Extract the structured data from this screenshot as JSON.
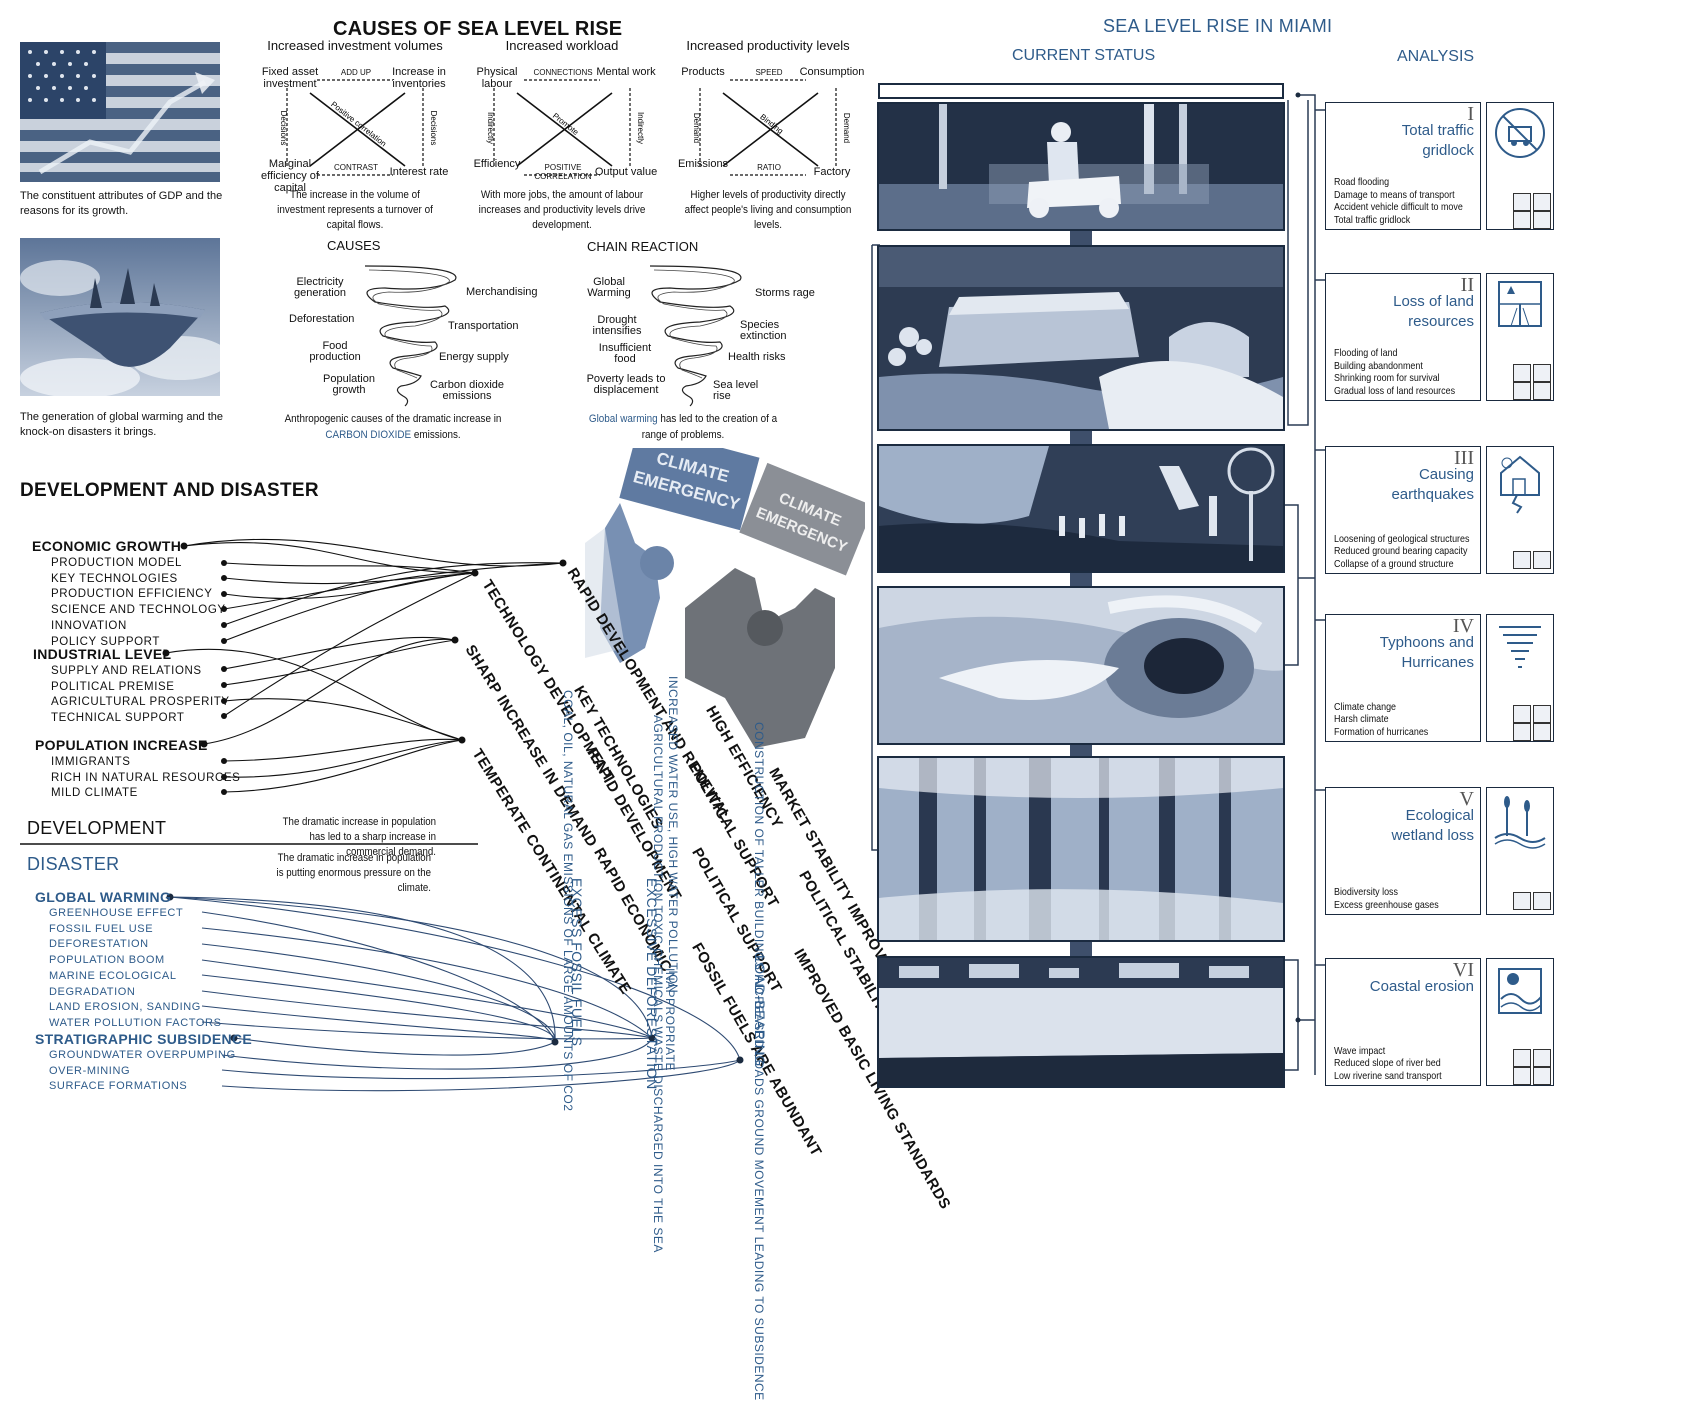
{
  "causes": {
    "title": "CAUSES OF SEA LEVEL RISE",
    "columns": [
      {
        "title": "Increased investment volumes",
        "tl": "Fixed asset investment",
        "tr": "Increase in inventories",
        "bl": "Marginal efficiency of capital",
        "br": "Interest rate",
        "top": "ADD UP",
        "bottom": "CONTRAST",
        "left": "Decisions",
        "right": "Decisions",
        "cross": "Positive correlation",
        "caption": "The increase in the volume of investment represents a turnover of capital flows."
      },
      {
        "title": "Increased workload",
        "tl": "Physical labour",
        "tr": "Mental work",
        "bl": "Efficiency",
        "br": "Output value",
        "top": "CONNECTIONS",
        "bottom": "POSITIVE CORRELATION",
        "left": "Indirectly",
        "right": "Indirectly",
        "cross": "Promote",
        "caption": "With more jobs, the amount of labour increases and productivity levels drive development."
      },
      {
        "title": "Increased productivity levels",
        "tl": "Products",
        "tr": "Consumption",
        "bl": "Emissions",
        "br": "Factory",
        "top": "SPEED",
        "bottom": "RATIO",
        "left": "Demand",
        "right": "Demand",
        "cross": "Binding",
        "caption": "Higher levels of productivity directly affect people's living and consumption levels."
      }
    ],
    "gdp_caption": "The constituent attributes of GDP and the reasons for its growth.",
    "warming_caption": "The generation of global warming and the knock-on disasters it brings."
  },
  "spirals": {
    "causes_title": "CAUSES",
    "causes_left": [
      "Electricity generation",
      "Deforestation",
      "Food production",
      "Population growth"
    ],
    "causes_right": [
      "Merchandising",
      "Transportation",
      "Energy supply",
      "Carbon dioxide emissions"
    ],
    "causes_caption_pre": "Anthropogenic causes of the dramatic increase in",
    "causes_caption_blue": "CARBON DIOXIDE",
    "causes_caption_post": "emissions.",
    "chain_title": "CHAIN REACTION",
    "chain_left": [
      "Global Warming",
      "Drought intensifies",
      "Insufficient food",
      "Poverty leads to displacement"
    ],
    "chain_right": [
      "Storms rage",
      "Species extinction",
      "Health risks",
      "Sea level rise"
    ],
    "chain_caption_blue": "Global warming",
    "chain_caption_post": "has led to the creation of a range of problems."
  },
  "development": {
    "title": "DEVELOPMENT AND DISASTER",
    "groups": [
      {
        "name": "ECONOMIC GROWTH",
        "items": [
          "PRODUCTION MODEL",
          "KEY TECHNOLOGIES",
          "PRODUCTION EFFICIENCY",
          "SCIENCE AND TECHNOLOGY",
          "INNOVATION",
          "POLICY SUPPORT"
        ]
      },
      {
        "name": "INDUSTRIAL LEVEL",
        "items": [
          "SUPPLY AND RELATIONS",
          "POLITICAL PREMISE",
          "AGRICULTURAL PROSPERITY",
          "TECHNICAL SUPPORT"
        ]
      },
      {
        "name": "POPULATION INCREASE",
        "items": [
          "IMMIGRANTS",
          "RICH IN NATURAL RESOURCES",
          "MILD CLIMATE"
        ]
      }
    ],
    "dev_label": "DEVELOPMENT",
    "disaster_label": "DISASTER",
    "note1": "The dramatic increase in population has led to a sharp increase in commercial demand.",
    "note2": "The dramatic increase in population is putting enormous pressure on the climate.",
    "disaster_groups": [
      {
        "name": "GLOBAL WARMING",
        "items": [
          "GREENHOUSE EFFECT",
          "FOSSIL FUEL USE",
          "DEFORESTATION",
          "POPULATION BOOM",
          "MARINE ECOLOGICAL",
          "DEGRADATION",
          "LAND EROSION, SANDING",
          "WATER POLLUTION FACTORS"
        ]
      },
      {
        "name": "STRATIGRAPHIC SUBSIDENCE",
        "items": [
          "GROUNDWATER OVERPUMPING",
          "OVER-MINING",
          "SURFACE FORMATIONS"
        ]
      }
    ],
    "rotated_black": [
      "TECHNOLOGY DEVELOPMENT",
      "RAPID DEVELOPMENT AND RENEWAL",
      "SHARP INCREASE IN DEMAND",
      "TEMPERATE CONTINENTAL CLIMATE",
      "KEY TECHNOLOGIES",
      "HIGH EFFICIENCY",
      "MARKET STABILITY IMPROVED",
      "RAPID DEVELOPMENT",
      "POLITICAL SUPPORT",
      "RAPID ECONOMIC",
      "POLITICAL SUPPORT",
      "POLITICAL STABILITY",
      "FOSSIL FUELS ARE ABUNDANT",
      "IMPROVED BASIC LIVING STANDARDS"
    ],
    "rotated_blue": [
      "COAL, OIL, NATURAL GAS EMISSIONS OF LARGE AMOUNTS OF CO2",
      "EXCESS FOSSIL FUELS",
      "AGRICULTURAL PRODUCTION TOXIC CHEMICALS WASTE DISCHARGED INTO THE SEA",
      "INCREASED WATER USE, HIGH WATER POLLUTION",
      "EXCESSIVE DEFORESTATION",
      "INAPPROPRIATE",
      "CONSTRUCTION OF TALLER BUILDINGS INCREASED LOADS GROUND MOVEMENT LEADING TO SUBSIDENCE",
      "LOAD-BEARING"
    ]
  },
  "miami": {
    "title": "SEA LEVEL RISE IN MIAMI",
    "current_status": "CURRENT STATUS",
    "analysis": "ANALYSIS",
    "panels": [
      {
        "num": "I",
        "title_lines": [
          "Total traffic",
          "gridlock"
        ],
        "items": [
          "Road flooding",
          "Damage to means of transport",
          "Accident vehicle difficult to move",
          "Total traffic gridlock"
        ]
      },
      {
        "num": "II",
        "title_lines": [
          "Loss of land",
          "resources"
        ],
        "items": [
          "Flooding of land",
          "Building abandonment",
          "Shrinking room for survival",
          "Gradual loss of land resources"
        ]
      },
      {
        "num": "III",
        "title_lines": [
          "Causing",
          "earthquakes"
        ],
        "items": [
          "Loosening of geological structures",
          "Reduced ground bearing capacity",
          "Collapse of a ground structure"
        ]
      },
      {
        "num": "IV",
        "title_lines": [
          "Typhoons and",
          "Hurricanes"
        ],
        "items": [
          "Climate change",
          "Harsh climate",
          "Formation of hurricanes"
        ]
      },
      {
        "num": "V",
        "title_lines": [
          "Ecological",
          "wetland loss"
        ],
        "items": [
          "Biodiversity loss",
          "Excess greenhouse gases"
        ]
      },
      {
        "num": "VI",
        "title_lines": [
          "Coastal erosion"
        ],
        "items": [
          "Wave impact",
          "Reduced slope of river bed",
          "Low riverine sand transport"
        ]
      }
    ],
    "icons": [
      "traffic-icon",
      "land-icon",
      "earthquake-icon",
      "hurricane-icon",
      "wetland-icon",
      "erosion-icon"
    ],
    "photo_subjects": [
      "flooded-street-scooter-photo",
      "flooded-town-photo",
      "flood-rescue-photo",
      "hurricane-satellite-photo",
      "flooded-forest-photo",
      "coastal-cliff-photo"
    ]
  },
  "protest": {
    "sign1": "CLIMATE EMERGENCY",
    "sign2": "CLIMATE EMERGENCY"
  },
  "colors": {
    "accent": "#2e5b8a",
    "dark": "#1b2b40",
    "photo_tint": "#6d83a3"
  }
}
